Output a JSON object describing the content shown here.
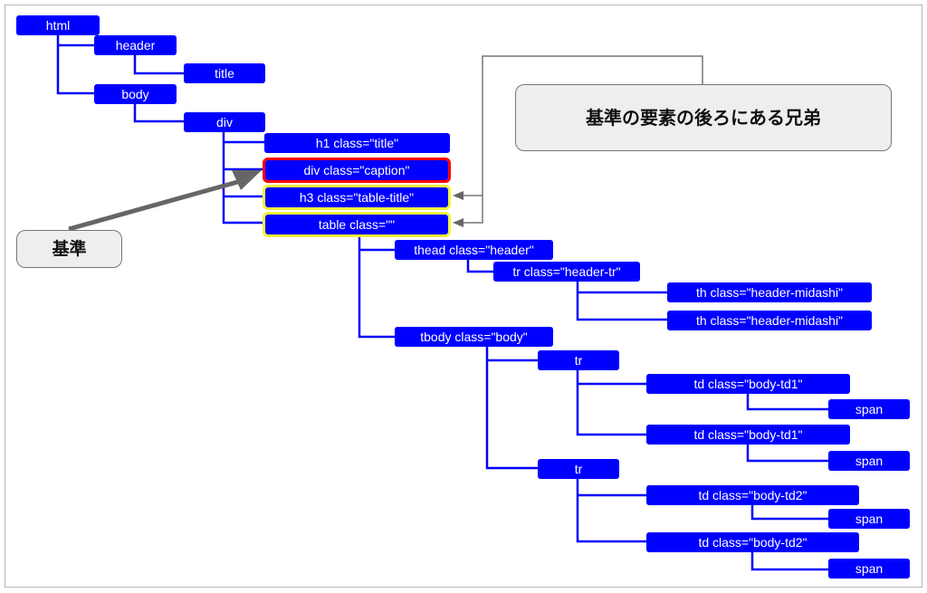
{
  "colors": {
    "node": "#0000ff",
    "base_highlight": "#ff0000",
    "sibling_highlight": "#f2f23a",
    "wire": "#0000ff",
    "callout_bg": "#eeeeee"
  },
  "nodes": {
    "html": "html",
    "header": "header",
    "title": "title",
    "body": "body",
    "div": "div",
    "h1": "h1 class=\"title\"",
    "div_caption": "div class=\"caption\"",
    "h3": "h3 class=\"table-title\"",
    "table": "table class=\"\"",
    "thead": "thead class=\"header\"",
    "tr_header": "tr class=\"header-tr\"",
    "th1": "th class=\"header-midashi\"",
    "th2": "th class=\"header-midashi\"",
    "tbody": "tbody class=\"body\"",
    "tr1": "tr",
    "td1a": "td class=\"body-td1\"",
    "span1a": "span",
    "td1b": "td class=\"body-td1\"",
    "span1b": "span",
    "tr2": "tr",
    "td2a": "td class=\"body-td2\"",
    "span2a": "span",
    "td2b": "td class=\"body-td2\"",
    "span2b": "span"
  },
  "callouts": {
    "base": "基準",
    "siblings": "基準の要素の後ろにある兄弟"
  }
}
